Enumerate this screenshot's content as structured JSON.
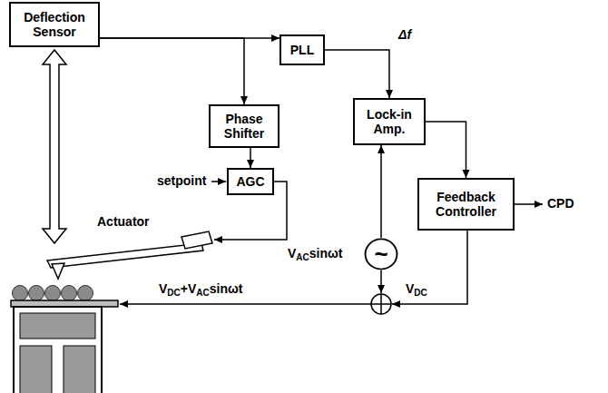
{
  "diagram": {
    "nodes": [
      {
        "text": [
          "Deflection Sensor"
        ]
      },
      {
        "text": [
          "PLL"
        ]
      },
      {
        "text": [
          "Phase Shifter"
        ]
      },
      {
        "text": [
          "AGC"
        ]
      },
      {
        "text": [
          "Lock-in Amp."
        ]
      },
      {
        "text": [
          "Feedback Controller"
        ]
      },
      {
        "text": [
          "~"
        ]
      }
    ],
    "edges": [
      {
        "from": 0,
        "to": 1,
        "arrow": "to"
      },
      {
        "from": 0,
        "to": 2,
        "arrow": "to"
      },
      {
        "from": 2,
        "to": 3,
        "arrow": "to"
      },
      {
        "from": 1,
        "to": 4,
        "arrow": "to"
      },
      {
        "from": 4,
        "to": 5,
        "arrow": "to"
      },
      {
        "from": 6,
        "to": 4,
        "arrow": "to"
      }
    ],
    "labels": [
      "Δf",
      "setpoint",
      "Actuator",
      "VACsinωt",
      "CPD",
      "VDC",
      "VDC+VACsinωt"
    ]
  }
}
